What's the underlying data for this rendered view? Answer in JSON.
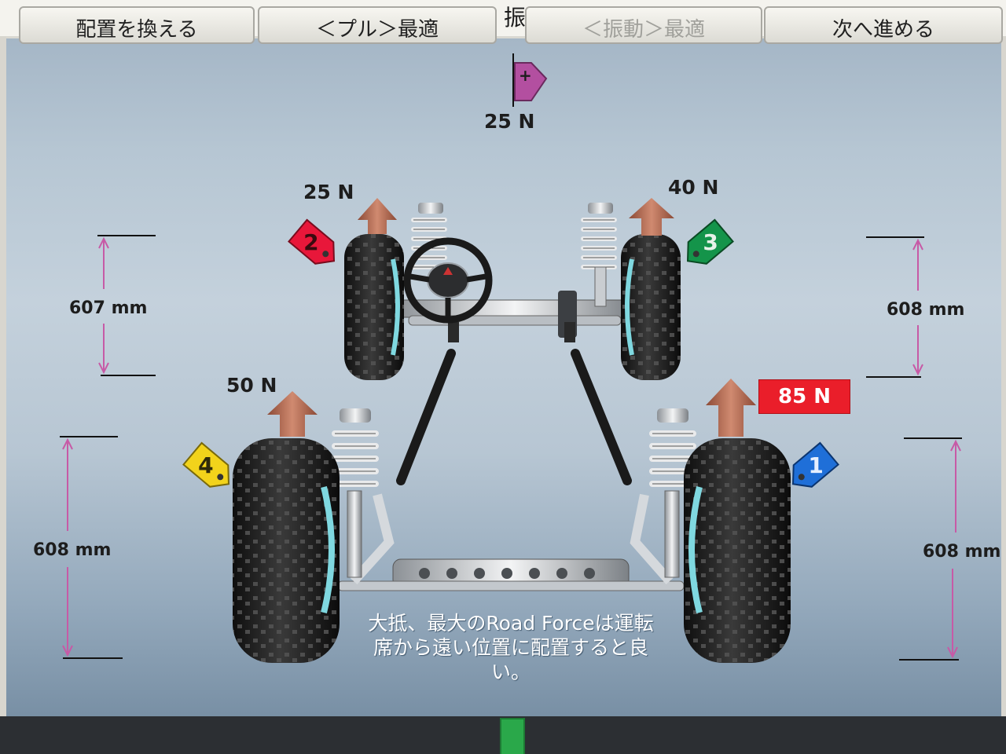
{
  "window": {
    "title": "ホイールAssyの配置：振動を最も体感しにくい"
  },
  "colors": {
    "accent_red": "#ea1e2a",
    "badge_1": "#1f6fd8",
    "badge_2": "#e8173a",
    "badge_3": "#14944a",
    "badge_4": "#f2d31b",
    "arrow": "#b36a52",
    "marker": "#b34fa0"
  },
  "marker": {
    "force": "25 N"
  },
  "wheels": [
    {
      "position": "front-left",
      "badge": "2",
      "force": "25 N",
      "height": "607 mm"
    },
    {
      "position": "front-right",
      "badge": "3",
      "force": "40 N",
      "height": "608 mm"
    },
    {
      "position": "rear-left",
      "badge": "4",
      "force": "50 N",
      "height": "608 mm"
    },
    {
      "position": "rear-right",
      "badge": "1",
      "force": "85 N",
      "height": "608 mm"
    }
  ],
  "info": {
    "line1": "大抵、最大のRoad Forceは運転",
    "line2": "席から遠い位置に配置すると良",
    "line3": "い。"
  },
  "footer": {
    "btn1": "配置を換える",
    "btn2": "＜プル＞最適",
    "btn3": "＜振動＞最適",
    "btn4": "次へ進める"
  }
}
